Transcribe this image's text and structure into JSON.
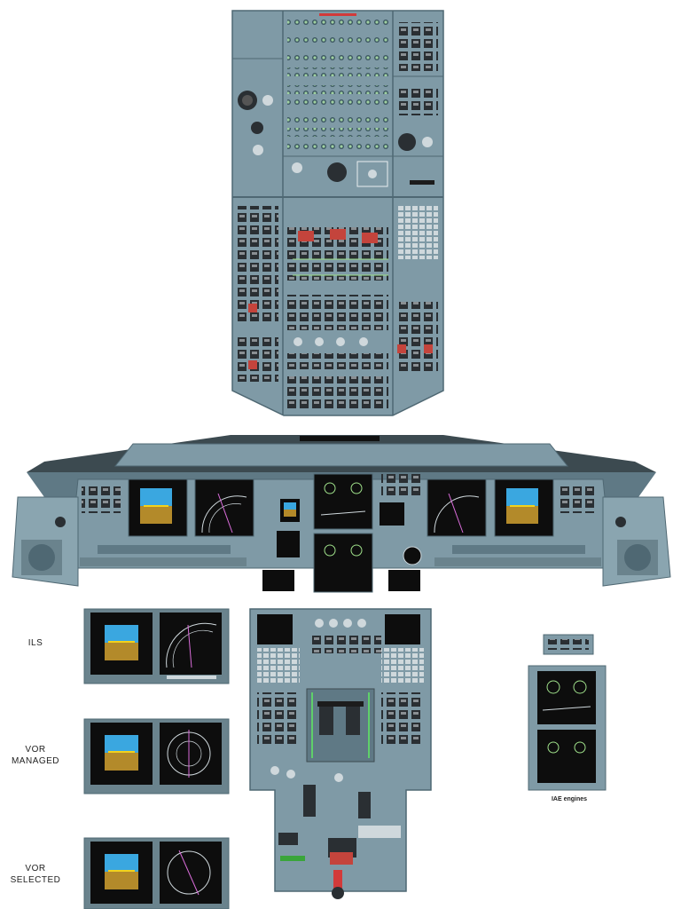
{
  "labels": {
    "ils": "ILS",
    "vor_managed_1": "VOR",
    "vor_managed_2": "MANAGED",
    "vor_selected_1": "VOR",
    "vor_selected_2": "SELECTED",
    "iae_engines": "IAE engines"
  },
  "colors": {
    "panel": "#7f9aa6",
    "panel_dark": "#5f7985",
    "panel_light": "#a9bec7",
    "screen": "#0d0d0d",
    "sky": "#3aa7e0",
    "ground": "#b38a2a"
  }
}
